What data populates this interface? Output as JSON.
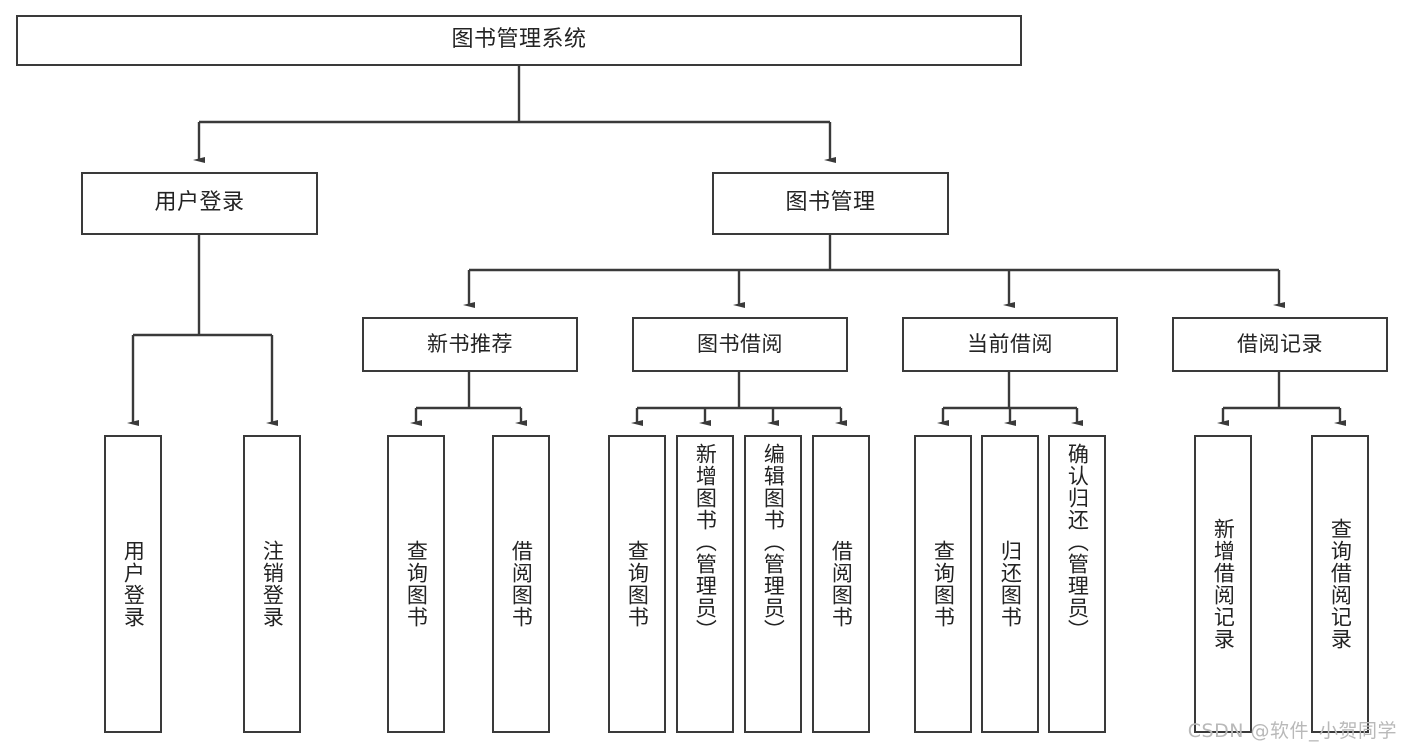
{
  "diagram": {
    "title": "图书管理系统",
    "watermark": "CSDN @软件_小贺同学",
    "line_color": "#3a3a3a",
    "box_fill": "#ffffff",
    "text_color": "#232323",
    "nodes": {
      "root": "图书管理系统",
      "user_login": "用户登录",
      "book_manage": "图书管理",
      "new_book_rec": "新书推荐",
      "book_borrow": "图书借阅",
      "current_borrow": "当前借阅",
      "borrow_record": "借阅记录",
      "leaf_user_login": "用户登录",
      "leaf_logout": "注销登录",
      "leaf_rec_query_book": "查询图书",
      "leaf_rec_borrow_book": "借阅图书",
      "leaf_borrow_query_book": "查询图书",
      "leaf_borrow_add_book": "新增图书（管理员）",
      "leaf_borrow_edit_book": "编辑图书（管理员）",
      "leaf_borrow_borrow_book": "借阅图书",
      "leaf_cur_query_book": "查询图书",
      "leaf_cur_return_book": "归还图书",
      "leaf_cur_confirm_return": "确认归还（管理员）",
      "leaf_rec_add_record": "新增借阅记录",
      "leaf_rec_query_record": "查询借阅记录"
    }
  }
}
